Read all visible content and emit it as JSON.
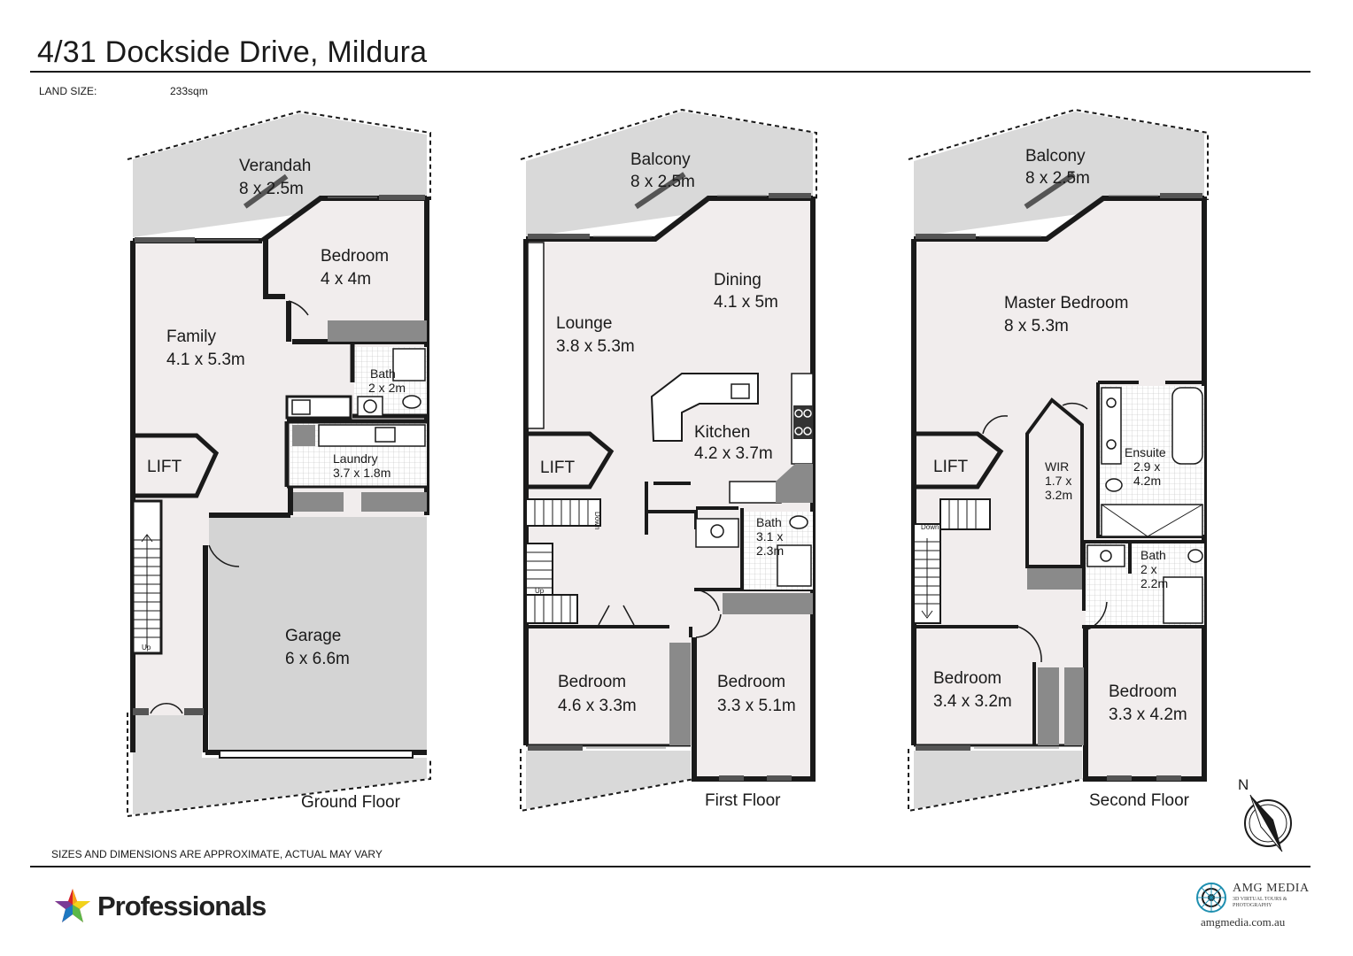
{
  "header": {
    "title": "4/31 Dockside Drive, Mildura",
    "land_size_label": "LAND SIZE:",
    "land_size_value": "233sqm"
  },
  "ground_floor": {
    "floor_label": "Ground Floor",
    "verandah": [
      "Verandah",
      "8 x 2.5m"
    ],
    "bedroom": [
      "Bedroom",
      "4 x 4m"
    ],
    "family": [
      "Family",
      "4.1 x 5.3m"
    ],
    "bath": [
      "Bath",
      "2 x 2m"
    ],
    "laundry": [
      "Laundry",
      "3.7 x 1.8m"
    ],
    "lift": "LIFT",
    "garage": [
      "Garage",
      "6 x 6.6m"
    ],
    "stair_up": "Up"
  },
  "first_floor": {
    "floor_label": "First Floor",
    "balcony": [
      "Balcony",
      "8 x 2.5m"
    ],
    "dining": [
      "Dining",
      "4.1 x 5m"
    ],
    "lounge": [
      "Lounge",
      "3.8 x 5.3m"
    ],
    "kitchen": [
      "Kitchen",
      "4.2 x 3.7m"
    ],
    "lift": "LIFT",
    "bath": [
      "Bath",
      "3.1 x",
      "2.3m"
    ],
    "bedroom_a": [
      "Bedroom",
      "4.6 x 3.3m"
    ],
    "bedroom_b": [
      "Bedroom",
      "3.3 x 5.1m"
    ],
    "stair_up": "Up",
    "stair_down": "Down"
  },
  "second_floor": {
    "floor_label": "Second Floor",
    "balcony": [
      "Balcony",
      "8 x 2.5m"
    ],
    "master": [
      "Master Bedroom",
      "8 x 5.3m"
    ],
    "lift": "LIFT",
    "wir": [
      "WIR",
      "1.7 x",
      "3.2m"
    ],
    "ensuite": [
      "Ensuite",
      "2.9 x",
      "4.2m"
    ],
    "bath": [
      "Bath",
      "2 x",
      "2.2m"
    ],
    "bedroom_a": [
      "Bedroom",
      "3.4 x 3.2m"
    ],
    "bedroom_b": [
      "Bedroom",
      "3.3 x 4.2m"
    ],
    "stair_down": "Down"
  },
  "compass": {
    "north_label": "N"
  },
  "footer": {
    "disclaimer": "SIZES AND DIMENSIONS ARE APPROXIMATE, ACTUAL MAY VARY",
    "brand_name": "Professionals",
    "amg_name": "AMG MEDIA",
    "amg_tagline": "3D VIRTUAL TOURS & PHOTOGRAPHY",
    "amg_url": "amgmedia.com.au"
  },
  "colors": {
    "wall": "#1a1a1a",
    "floor": "#f1eded",
    "outdoor": "#d9d9d9",
    "joinery": "#8a8a8a"
  }
}
